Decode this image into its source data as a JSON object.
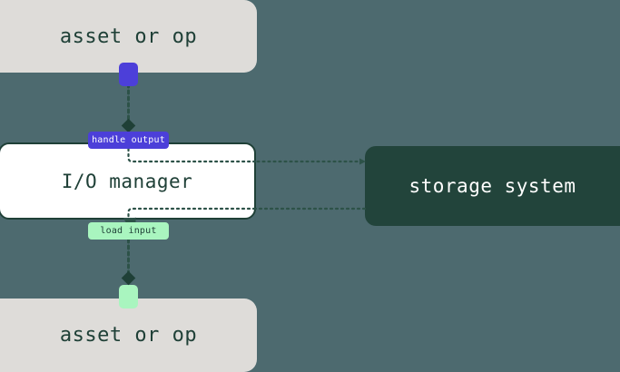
{
  "diagram": {
    "type": "flow-diagram",
    "background_color": "#4d6a6f",
    "nodes": [
      {
        "id": "asset-top",
        "label": "asset or op",
        "fill": "#dedcd9",
        "text_color": "#1f4037"
      },
      {
        "id": "io-manager",
        "label": "I/O manager",
        "fill": "#ffffff",
        "border_color": "#1f4037",
        "text_color": "#1f4037"
      },
      {
        "id": "storage-system",
        "label": "storage system",
        "fill": "#22443b",
        "text_color": "#ffffff"
      },
      {
        "id": "asset-bottom",
        "label": "asset or op",
        "fill": "#dedcd9",
        "text_color": "#1f4037"
      }
    ],
    "edge_labels": [
      {
        "id": "handle-output",
        "text": "handle output",
        "fill": "#4c3fd9",
        "text_color": "#ffffff"
      },
      {
        "id": "load-input",
        "text": "load input",
        "fill": "#a9f5bf",
        "text_color": "#1f4037"
      }
    ],
    "markers": [
      {
        "id": "output-port",
        "shape": "rounded-square",
        "color": "#4c3fd9"
      },
      {
        "id": "input-port",
        "shape": "rounded-square",
        "color": "#a9f5bf"
      },
      {
        "id": "output-diamond",
        "shape": "diamond",
        "color": "#1f4037"
      },
      {
        "id": "input-diamond",
        "shape": "diamond",
        "color": "#1f4037"
      }
    ],
    "edges": [
      {
        "id": "asset-top-to-io",
        "from": "asset-top",
        "to": "io-manager",
        "label": "handle output",
        "style": "dotted"
      },
      {
        "id": "io-to-storage",
        "from": "io-manager",
        "to": "storage-system",
        "style": "dotted",
        "arrow": "end"
      },
      {
        "id": "storage-to-io",
        "from": "storage-system",
        "to": "io-manager",
        "style": "dotted",
        "arrow": "end"
      },
      {
        "id": "io-to-asset-bottom",
        "from": "io-manager",
        "to": "asset-bottom",
        "label": "load input",
        "style": "dotted"
      }
    ],
    "edge_color": "#2d5248"
  }
}
